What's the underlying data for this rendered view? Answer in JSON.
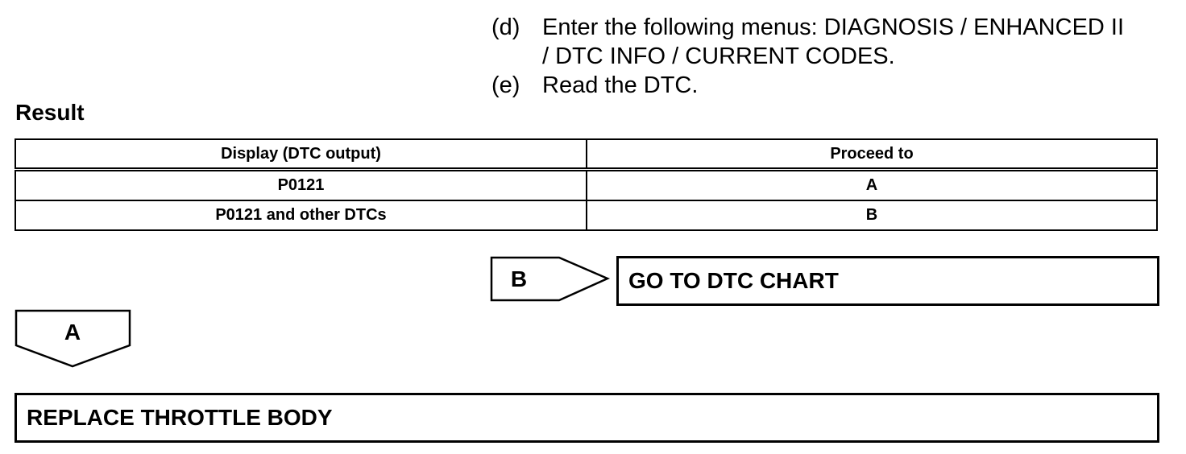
{
  "steps": {
    "d": {
      "label": "(d)",
      "line1": "Enter the following menus: DIAGNOSIS / ENHANCED II",
      "line2": "/ DTC INFO / CURRENT CODES."
    },
    "e": {
      "label": "(e)",
      "text": "Read the DTC."
    }
  },
  "result": {
    "heading": "Result",
    "headers": [
      "Display (DTC output)",
      "Proceed to"
    ],
    "rows": [
      [
        "P0121",
        "A"
      ],
      [
        "P0121 and other DTCs",
        "B"
      ]
    ]
  },
  "flow": {
    "arrow_b_label": "B",
    "goto_text": "GO TO DTC CHART",
    "arrow_a_label": "A",
    "replace_text": "REPLACE THROTTLE BODY"
  }
}
